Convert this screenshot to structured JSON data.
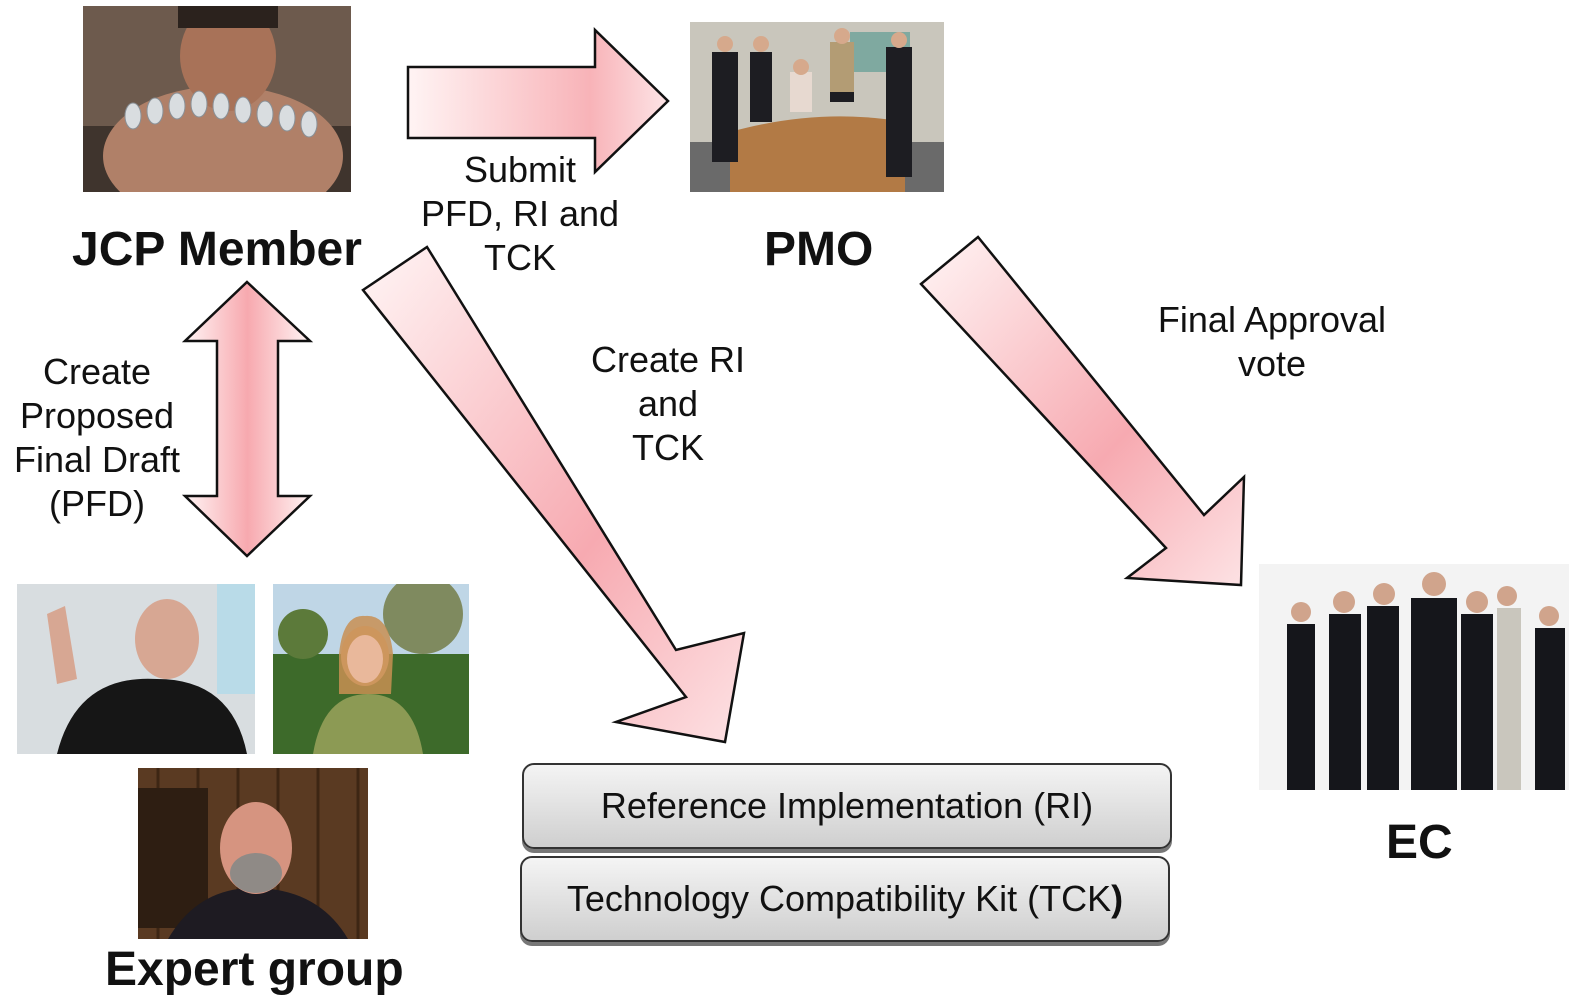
{
  "actors": {
    "jcp_member": "JCP Member",
    "pmo": "PMO",
    "expert_group": "Expert group",
    "ec": "EC"
  },
  "steps": {
    "submit": [
      "Submit",
      "PFD, RI and",
      "TCK"
    ],
    "create_pfd": [
      "Create",
      "Proposed",
      "Final Draft",
      "(PFD)"
    ],
    "create_ri_tck": [
      "Create RI",
      "and",
      "TCK"
    ],
    "final_approval": [
      "Final Approval",
      "vote"
    ]
  },
  "deliverables": {
    "ri": "Reference Implementation (RI)",
    "tck_text": "Technology Compatibility Kit (TCK",
    "tck_close": ")"
  },
  "colors": {
    "arrow_fill_light": "#fff2f2",
    "arrow_fill_dark": "#f7aeb4",
    "arrow_outline": "#111111"
  }
}
